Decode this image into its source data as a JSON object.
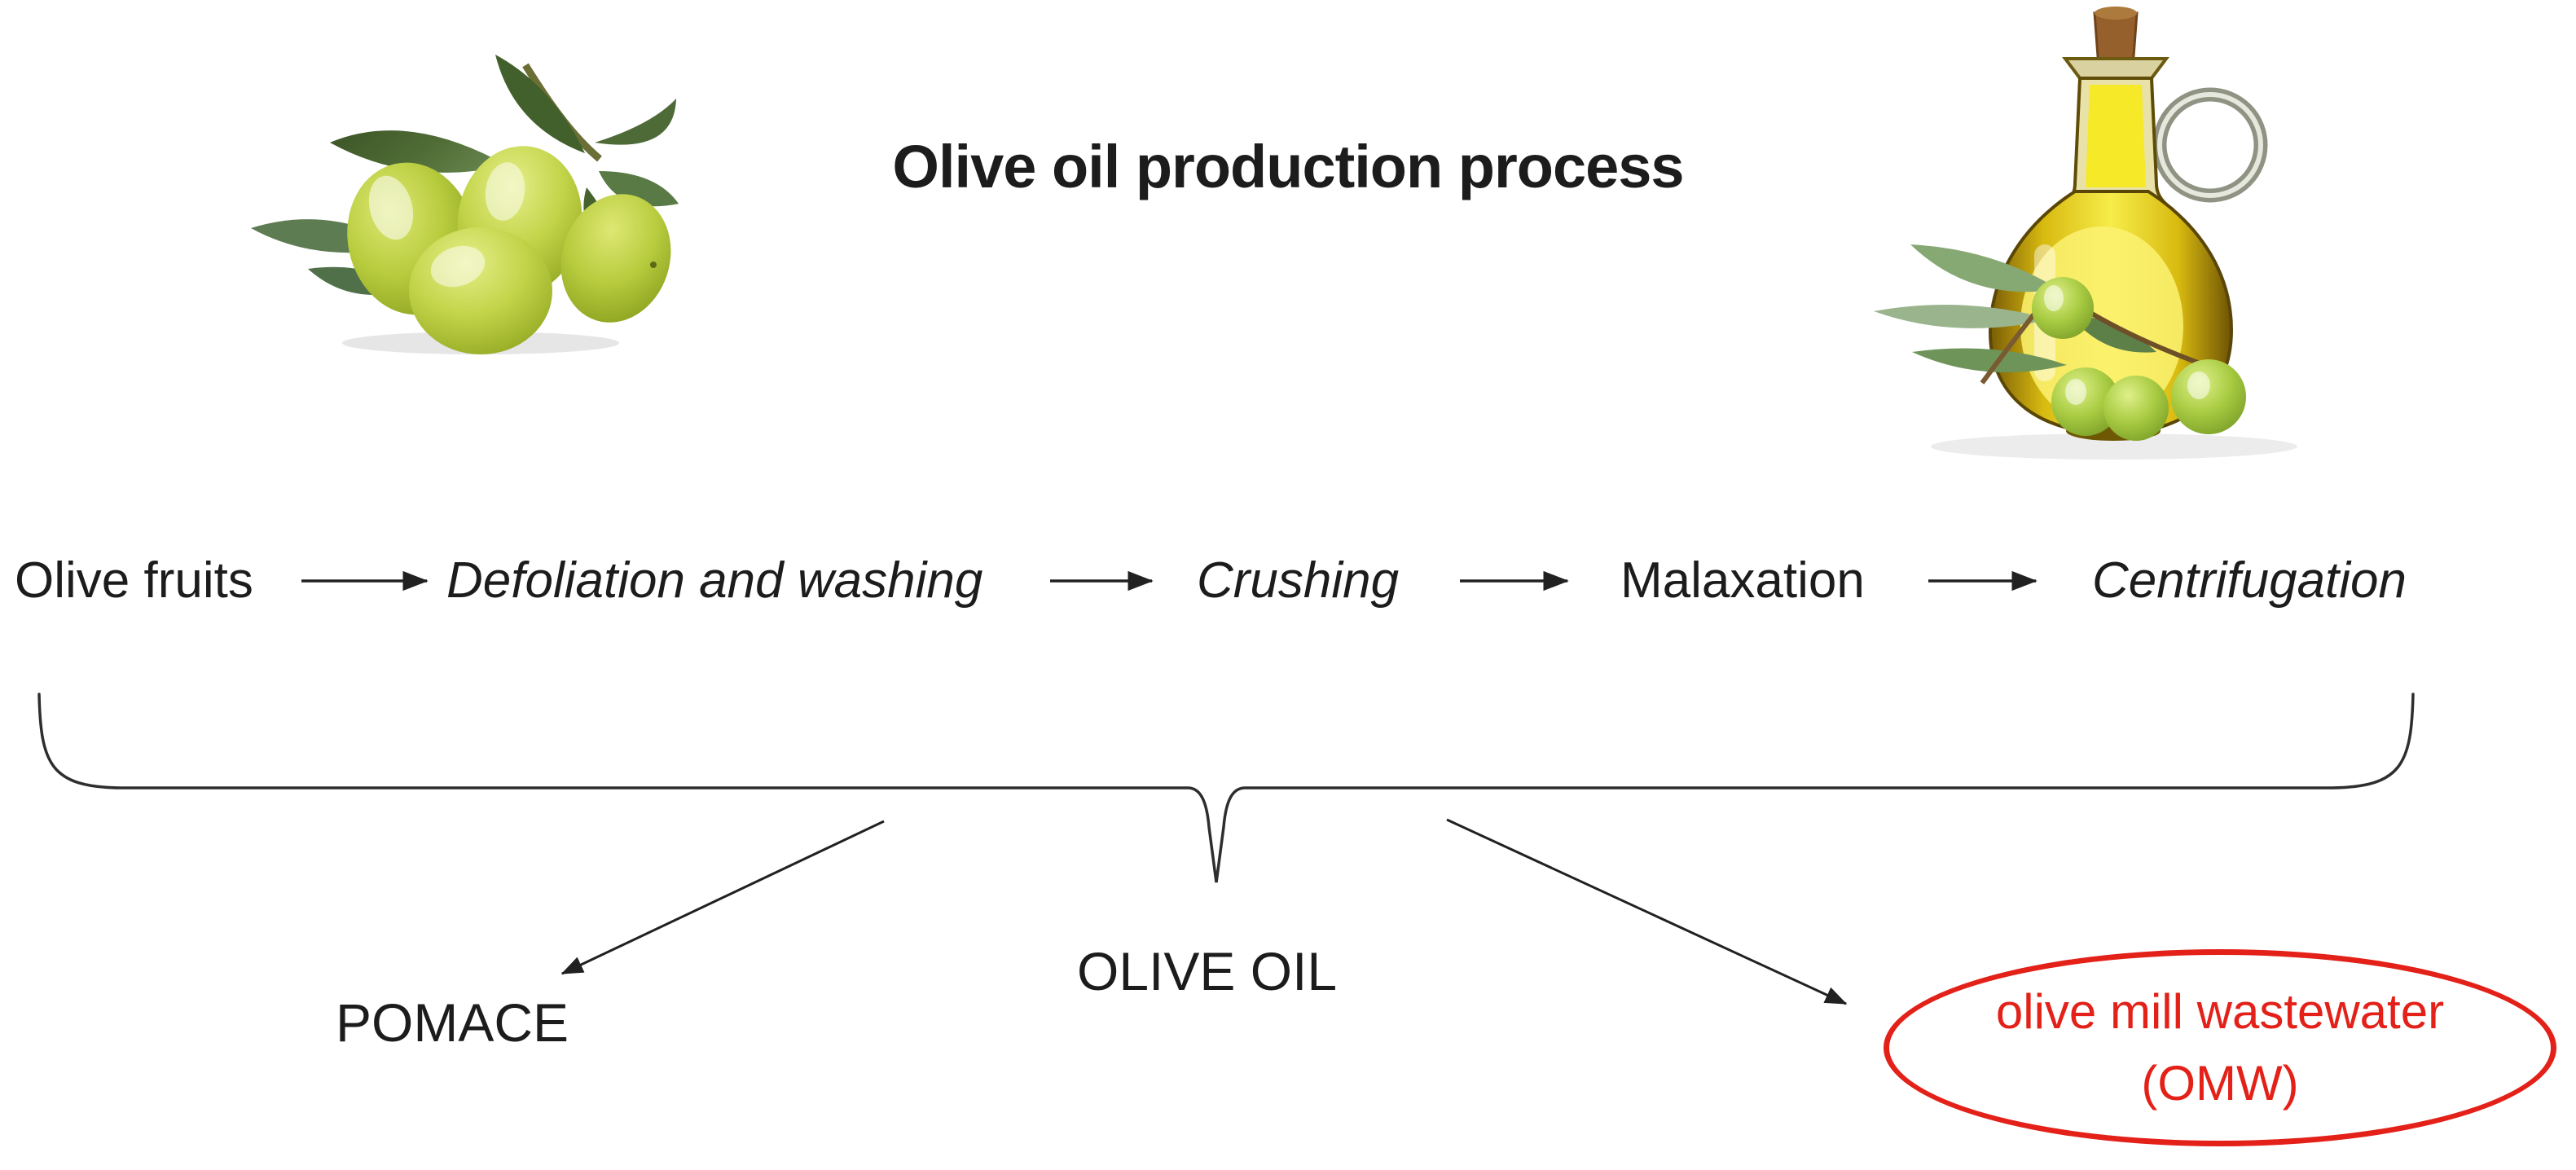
{
  "title": "Olive oil production process",
  "flow": {
    "steps": [
      {
        "label": "Olive fruits"
      },
      {
        "label": "Defoliation and washing"
      },
      {
        "label": "Crushing"
      },
      {
        "label": "Malaxation"
      },
      {
        "label": "Centrifugation"
      }
    ]
  },
  "outputs": {
    "pomace_label": "POMACE",
    "olive_oil_label": "OLIVE OIL",
    "omw_line1": "olive mill wastewater",
    "omw_line2": "(OMW)"
  },
  "images": {
    "left_photo": "olive-fruits-photo",
    "right_photo": "olive-oil-bottle-photo"
  },
  "colors": {
    "text_black": "#1c1c1c",
    "connector_black": "#212121",
    "omw_red": "#e32119",
    "olive_green": "#a7bb32",
    "leaf_green": "#49632f",
    "oil_gold": "#e8cf12"
  }
}
